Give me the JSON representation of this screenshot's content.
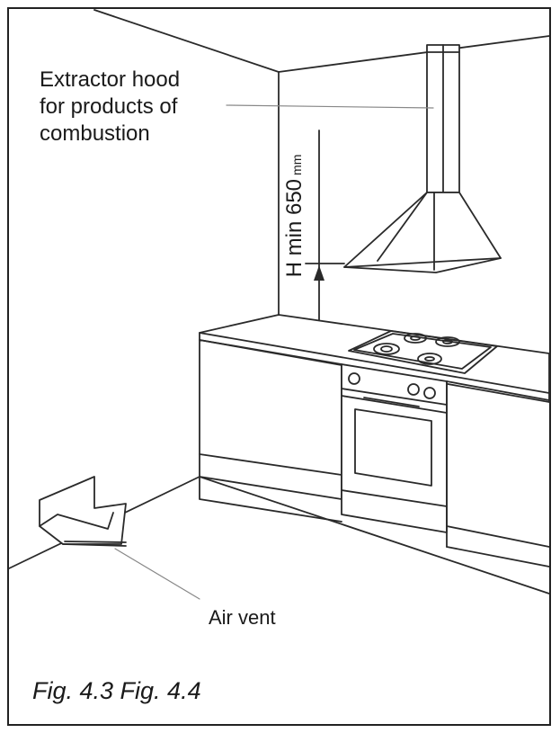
{
  "labels": {
    "hood": [
      "Extractor hood",
      "for products of",
      "combustion"
    ],
    "dimension": "H min 650",
    "dimension_unit": "mm",
    "air_vent": "Air vent",
    "caption": "Fig. 4.3 Fig. 4.4"
  }
}
